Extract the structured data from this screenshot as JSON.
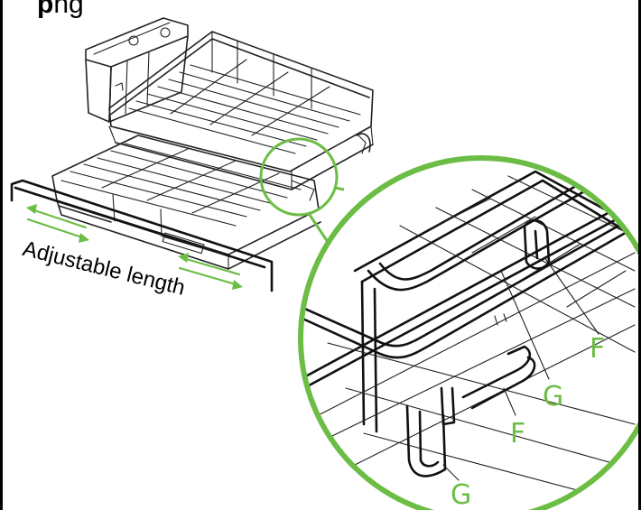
{
  "heading": {
    "bold": "p",
    "rest": "ng"
  },
  "adjust_label": "Adjustable length",
  "callouts": [
    {
      "letter": "F"
    },
    {
      "letter": "G"
    },
    {
      "letter": "F"
    },
    {
      "letter": "G"
    }
  ],
  "colors": {
    "accent": "#6cbd45",
    "line": "#222222",
    "frame": "#000000"
  }
}
